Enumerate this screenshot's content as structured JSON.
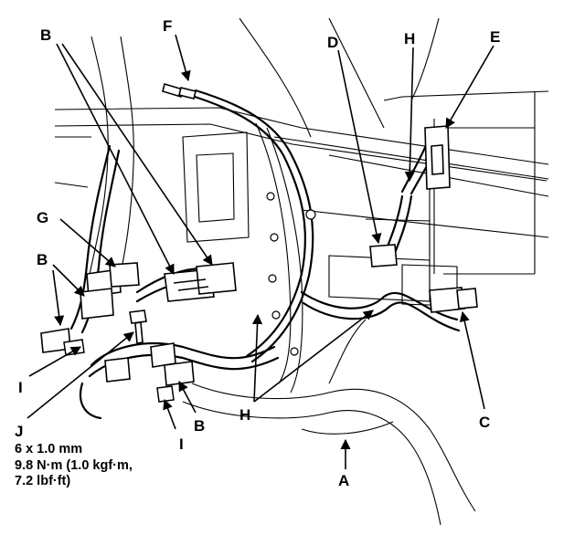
{
  "callouts": {
    "A": "A",
    "B": "B",
    "C": "C",
    "D": "D",
    "E": "E",
    "F": "F",
    "G": "G",
    "H": "H",
    "I": "I",
    "J": "J"
  },
  "fastener_spec": {
    "size": "6 x 1.0 mm",
    "torque_metric": "9.8 N·m (1.0 kgf·m,",
    "torque_imperial": "7.2 lbf·ft)"
  }
}
